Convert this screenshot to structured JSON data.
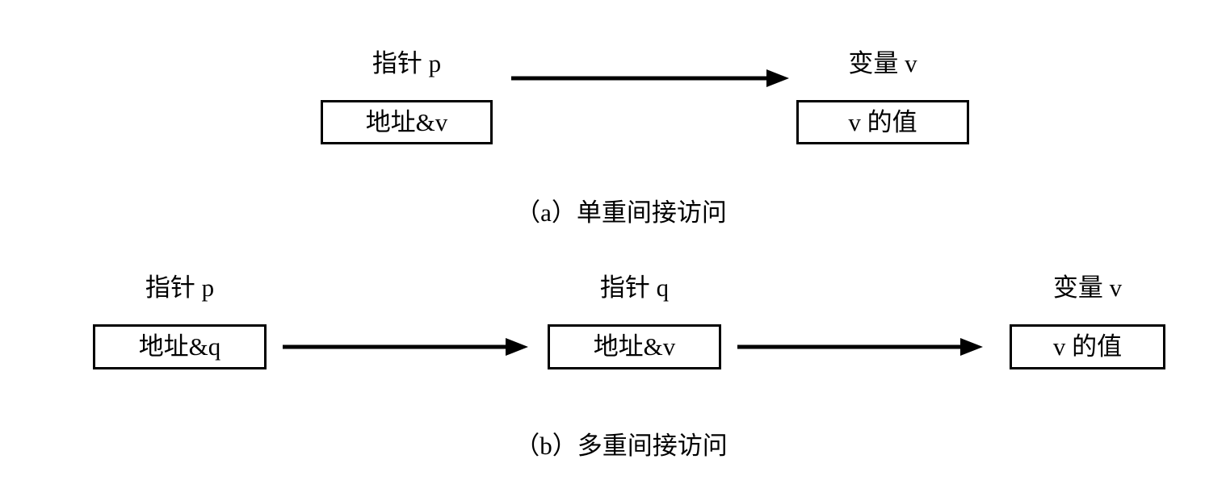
{
  "figure": {
    "background": "#ffffff",
    "stroke_color": "#000000",
    "text_color": "#000000"
  },
  "panels": [
    {
      "id": "panel-a",
      "caption": "（a）单重间接访问",
      "nodes": [
        {
          "id": "a-pointer-p",
          "label": "指针 p",
          "cell": "地址&v"
        },
        {
          "id": "a-variable-v",
          "label": "变量 v",
          "cell": "v 的值"
        }
      ],
      "arrows": [
        {
          "id": "a-arrow-1",
          "from": "a-pointer-p",
          "to": "a-variable-v",
          "direction": "right"
        }
      ]
    },
    {
      "id": "panel-b",
      "caption": "（b）多重间接访问",
      "nodes": [
        {
          "id": "b-pointer-p",
          "label": "指针 p",
          "cell": "地址&q"
        },
        {
          "id": "b-pointer-q",
          "label": "指针 q",
          "cell": "地址&v"
        },
        {
          "id": "b-variable-v",
          "label": "变量 v",
          "cell": "v 的值"
        }
      ],
      "arrows": [
        {
          "id": "b-arrow-1",
          "from": "b-pointer-p",
          "to": "b-pointer-q",
          "direction": "right"
        },
        {
          "id": "b-arrow-2",
          "from": "b-pointer-q",
          "to": "b-variable-v",
          "direction": "right"
        }
      ]
    }
  ]
}
